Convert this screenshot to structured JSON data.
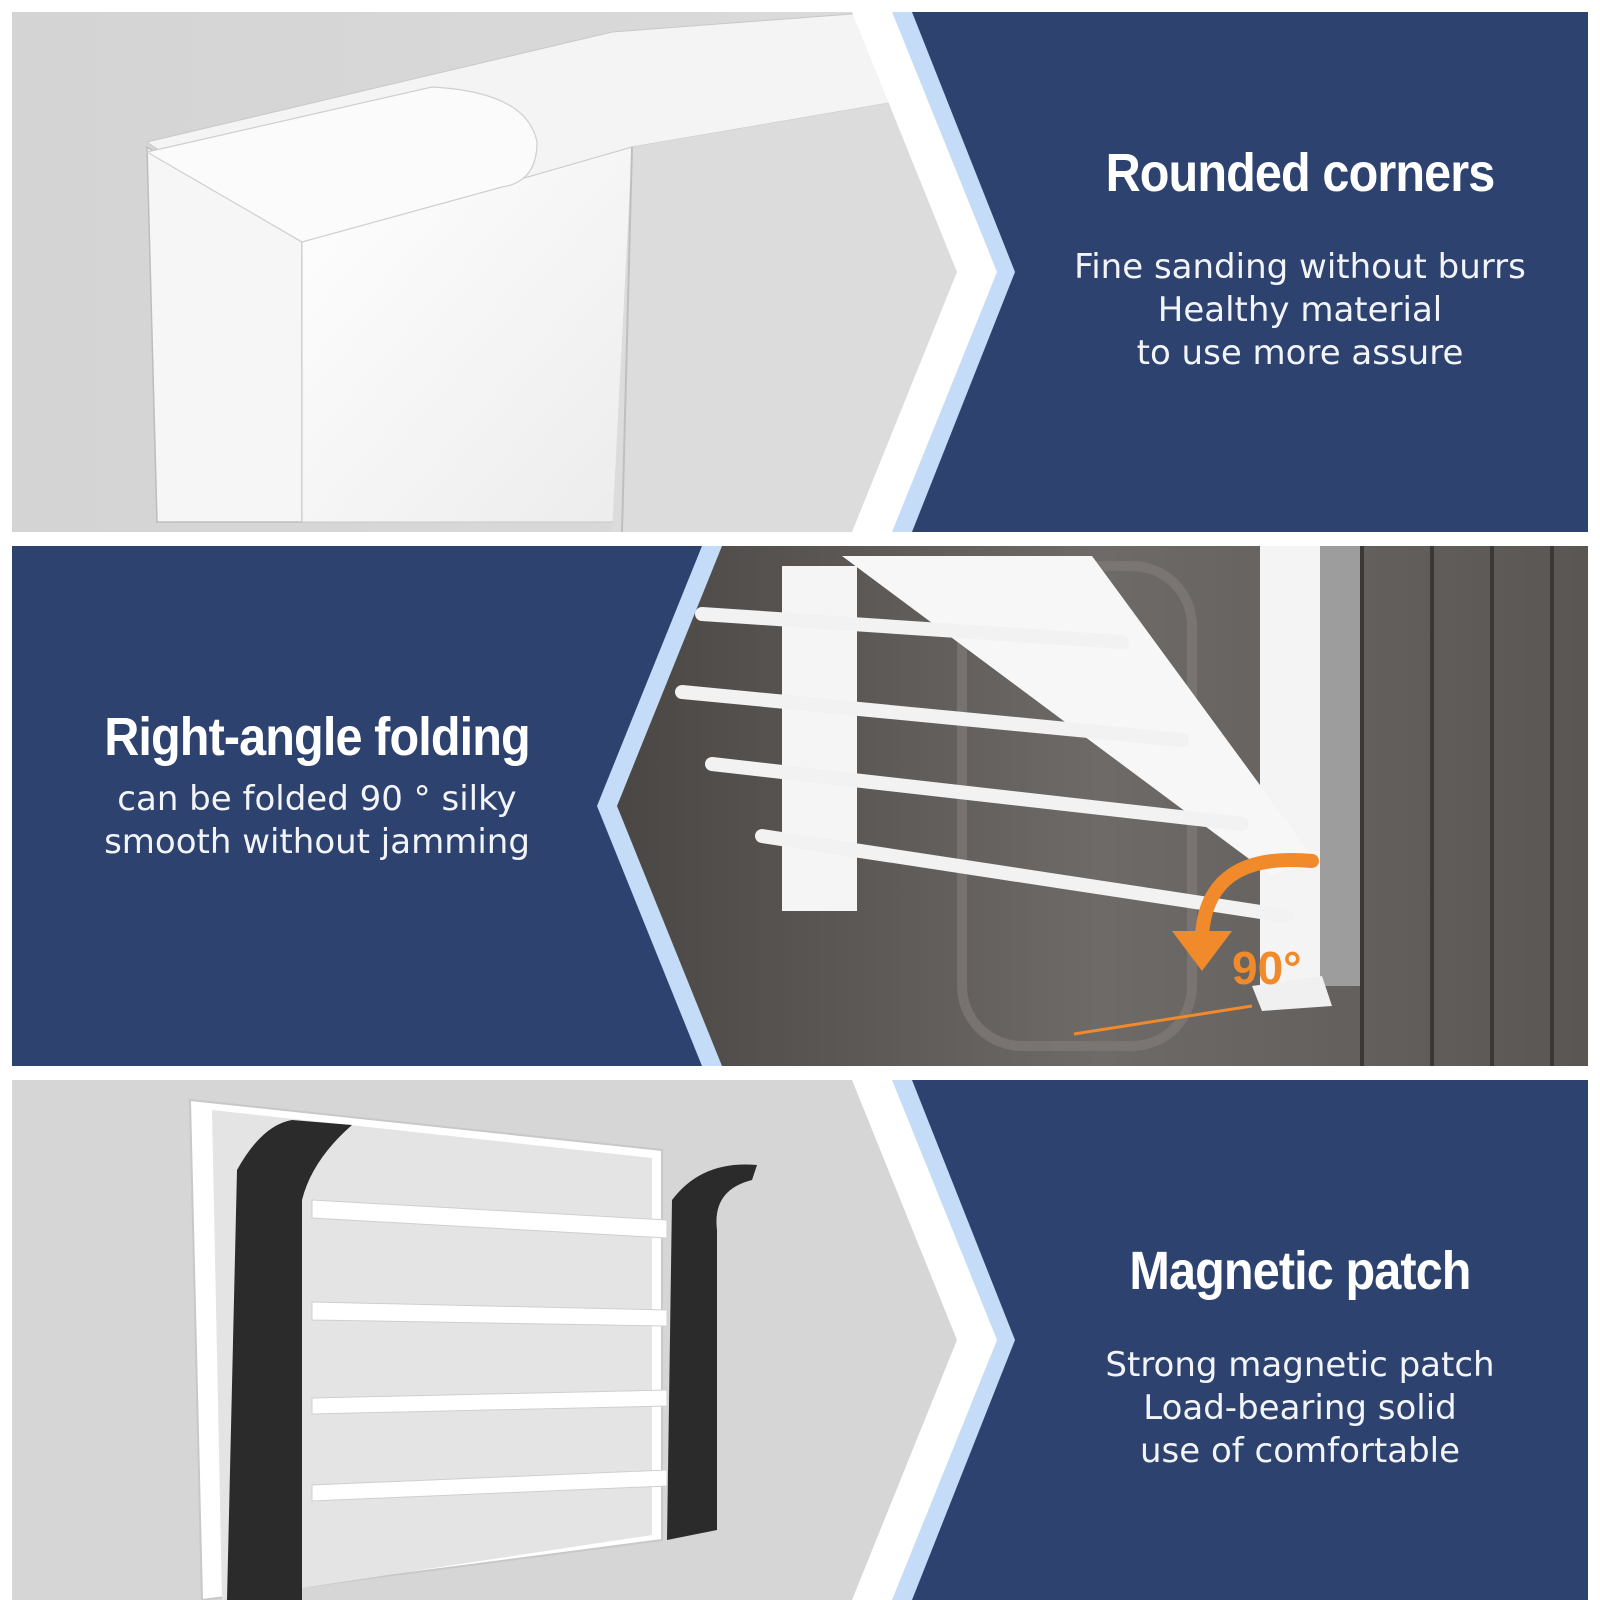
{
  "features": [
    {
      "title": "Rounded corners",
      "lines": [
        "Fine sanding without burrs",
        "Healthy material",
        "to use more assure"
      ]
    },
    {
      "title": "Right-angle folding",
      "lines": [
        "can be folded 90 ° silky",
        "smooth without jamming"
      ],
      "angle_label": "90°"
    },
    {
      "title": "Magnetic patch",
      "lines": [
        "Strong magnetic patch",
        "Load-bearing solid",
        "use of comfortable"
      ]
    }
  ],
  "colors": {
    "navy": "#2d426f",
    "accent_light_blue": "#c4dcf7",
    "photo_gray": "#d7d7d7",
    "arrow_orange": "#f08a2a"
  }
}
